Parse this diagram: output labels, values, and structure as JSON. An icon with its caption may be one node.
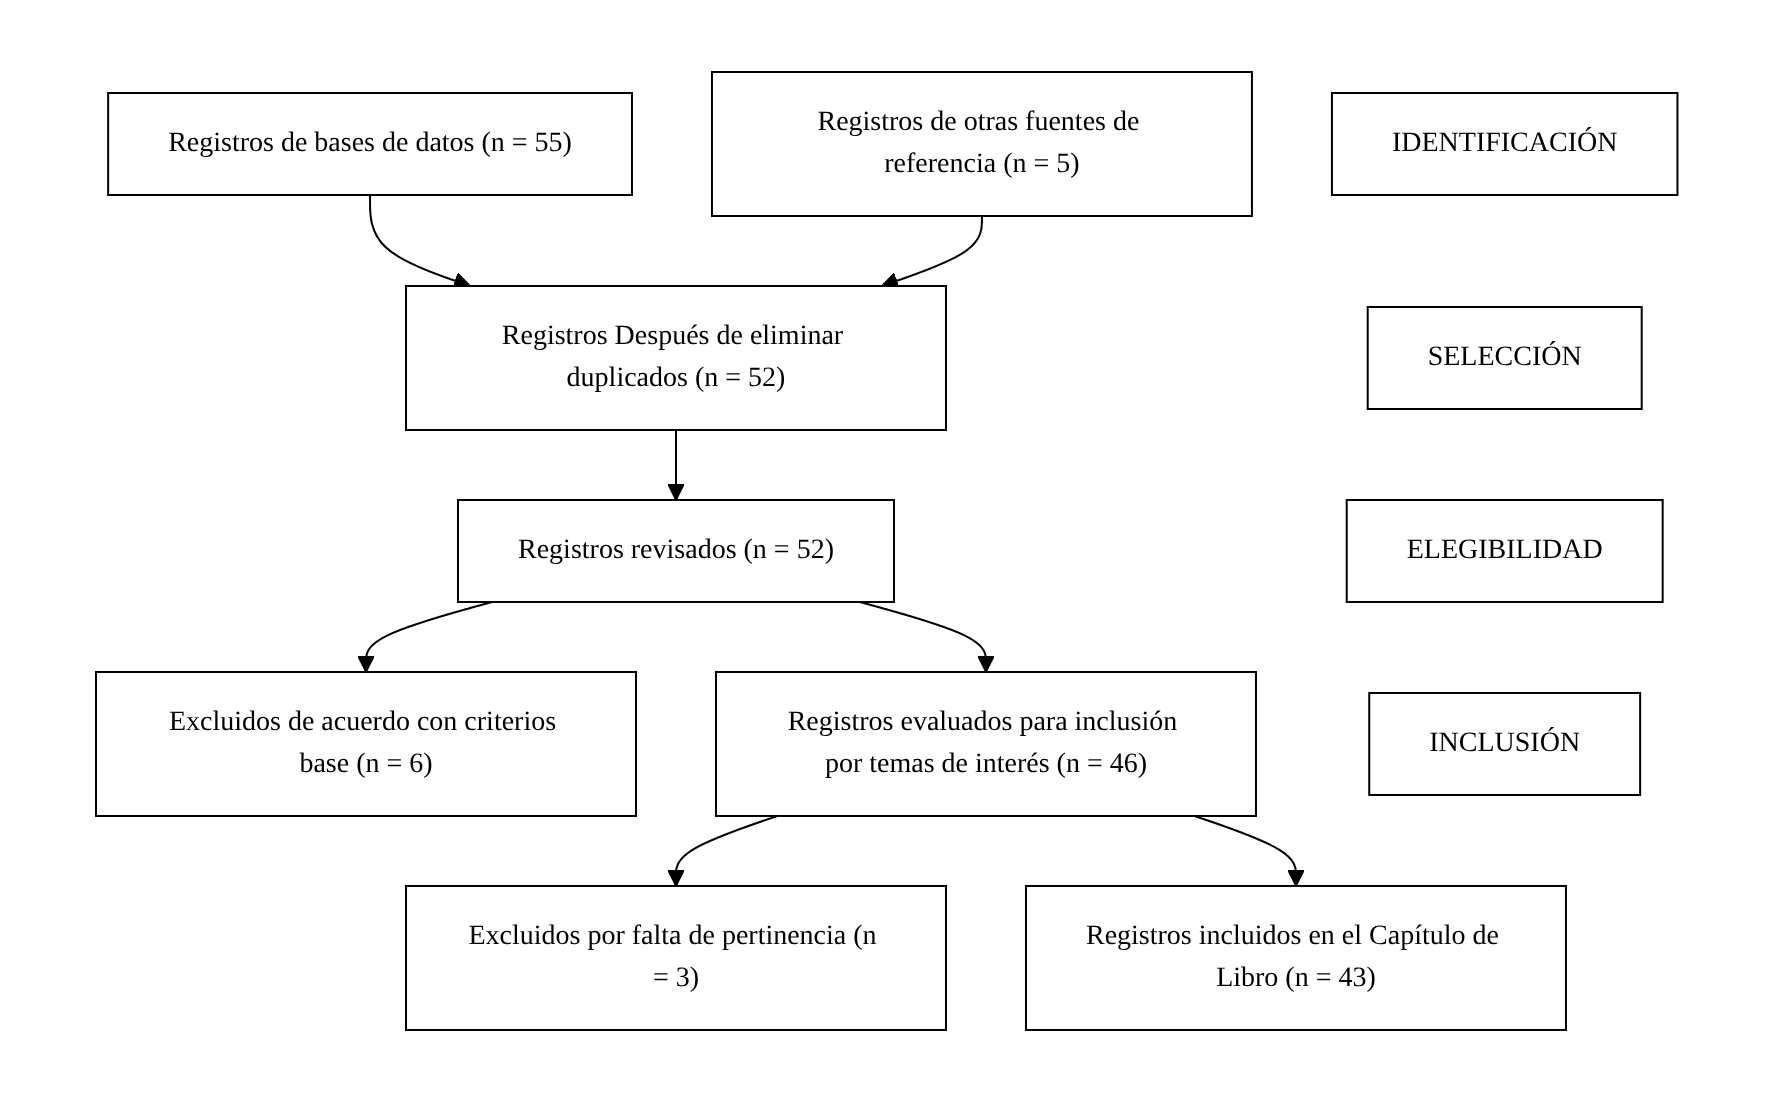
{
  "diagram": {
    "nodes": [
      {
        "text": [
          "IDENTIFICACIÓN"
        ]
      },
      {
        "text": [
          "Registros de bases de datos (n = 55)"
        ]
      },
      {
        "text": [
          "Registros de otras fuentes de referencia (n = 5)"
        ]
      },
      {
        "text": [
          "SELECCIÓN"
        ]
      },
      {
        "text": [
          "Registros Después de eliminar duplicados (n = 52)"
        ]
      },
      {
        "text": [
          "Registros revisados (n = 52)"
        ]
      },
      {
        "text": [
          "Excluidos de acuerdo con criterios base (n = 6)"
        ]
      },
      {
        "text": [
          "ELEGIBILIDAD"
        ]
      },
      {
        "text": [
          "Registros evaluados para inclusión por temas de interés (n = 46)"
        ]
      },
      {
        "text": [
          "Excluidos por falta de pertinencia (n = 3)"
        ]
      },
      {
        "text": [
          "INCLUSIÓN"
        ]
      },
      {
        "text": [
          "Registros incluidos en el Capítulo de Libro (n = 43)"
        ]
      }
    ],
    "edges": [
      {
        "from": 1,
        "to": 4,
        "arrow": "to"
      },
      {
        "from": 2,
        "to": 4,
        "arrow": "to"
      },
      {
        "from": 4,
        "to": 5,
        "arrow": "to"
      },
      {
        "from": 5,
        "to": 6,
        "arrow": "to"
      },
      {
        "from": 5,
        "to": 8,
        "arrow": "to"
      },
      {
        "from": 8,
        "to": 9,
        "arrow": "to"
      },
      {
        "from": 8,
        "to": 11,
        "arrow": "to"
      }
    ]
  }
}
